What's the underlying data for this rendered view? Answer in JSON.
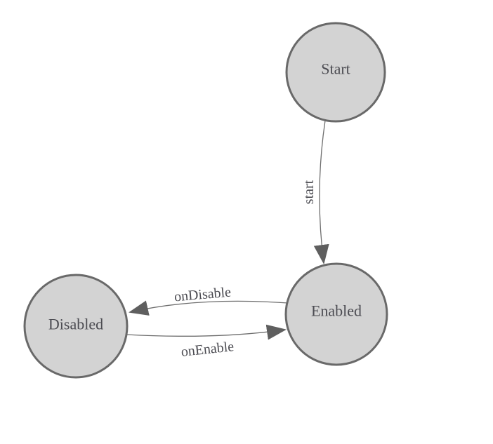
{
  "diagram": {
    "type": "state-machine",
    "background": "#ffffff",
    "colors": {
      "node_fill": "#d3d3d3",
      "node_border": "#696969",
      "edge_line": "#6e6e6e",
      "arrowhead": "#5f5f5f",
      "label_text": "#4c4c52"
    },
    "states": [
      {
        "label": "Start"
      },
      {
        "label": "Enabled"
      },
      {
        "label": "Disabled"
      }
    ],
    "transitions": [
      {
        "from": "Start",
        "to": "Enabled",
        "label": "start"
      },
      {
        "from": "Enabled",
        "to": "Disabled",
        "label": "onDisable"
      },
      {
        "from": "Disabled",
        "to": "Enabled",
        "label": "onEnable"
      }
    ]
  }
}
